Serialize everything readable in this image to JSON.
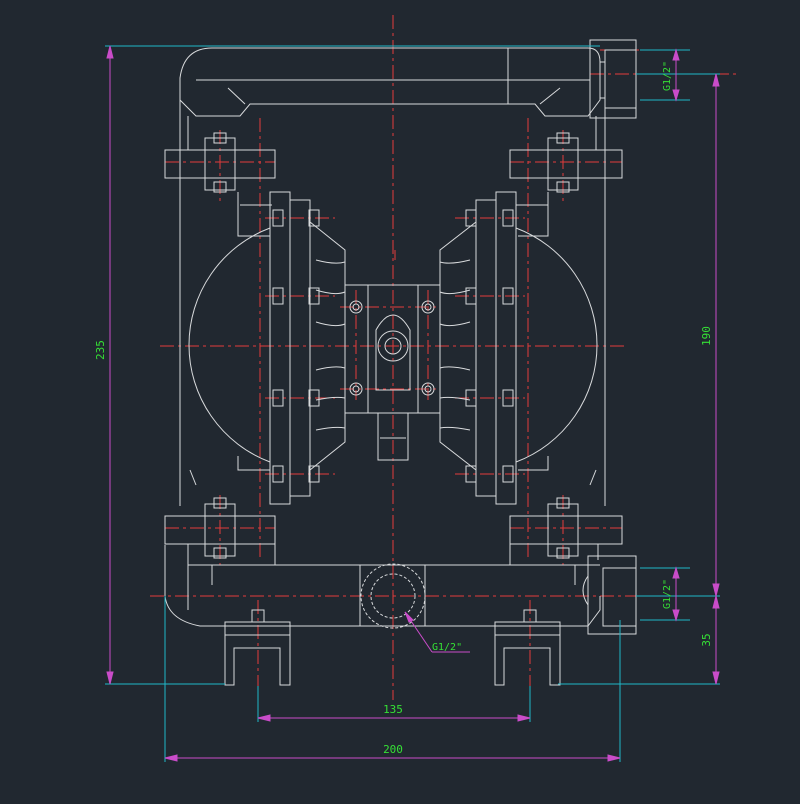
{
  "colors": {
    "background": "#212830",
    "outline": "#d8dadc",
    "centerline": "#e23b3b",
    "dimension": "#c94cc9",
    "extension": "#1fb8c8",
    "dim_text": "#35e035"
  },
  "dimensions": {
    "overall_height": "235",
    "inner_height": "190",
    "base_height": "35",
    "bolt_spacing": "135",
    "overall_width": "200"
  },
  "ports": {
    "top": "G1/2\"",
    "bottom": "G1/2\"",
    "center": "G1/2\""
  }
}
